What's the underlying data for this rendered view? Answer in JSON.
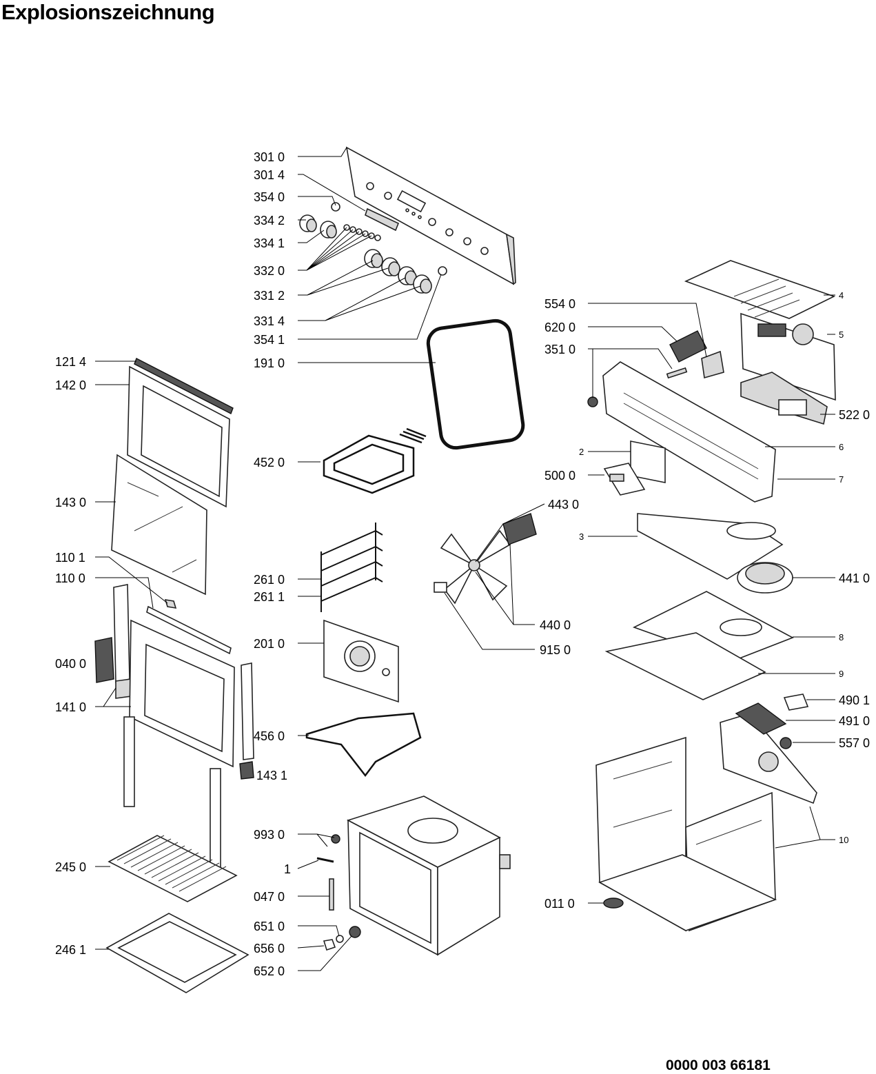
{
  "page": {
    "title": "Explosionszeichnung",
    "document_number": "0000 003 66181"
  },
  "labels": {
    "l3010": "301 0",
    "l3014": "301 4",
    "l3540": "354 0",
    "l3342": "334 2",
    "l3341": "334 1",
    "l3320": "332 0",
    "l3312": "331 2",
    "l3314": "331 4",
    "l3541": "354 1",
    "l1910": "191 0",
    "l4520": "452 0",
    "l2610": "261 0",
    "l2611": "261 1",
    "l2010": "201 0",
    "l4560": "456 0",
    "l1431": "143 1",
    "l9930": "993 0",
    "l1": "1",
    "l0470": "047 0",
    "l6510": "651 0",
    "l6560": "656 0",
    "l6520": "652 0",
    "l1214": "121 4",
    "l1420": "142 0",
    "l1430": "143 0",
    "l1101": "110 1",
    "l1100": "110 0",
    "l0400": "040 0",
    "l1410": "141 0",
    "l2450": "245 0",
    "l2461": "246 1",
    "l5540": "554 0",
    "l6200": "620 0",
    "l3510": "351 0",
    "l2": "2",
    "l5000": "500 0",
    "l4430": "443 0",
    "l3": "3",
    "l4400": "440 0",
    "l9150": "915 0",
    "l4": "4",
    "l5": "5",
    "l5220": "522 0",
    "l6": "6",
    "l7": "7",
    "l4410": "441 0",
    "l8": "8",
    "l9": "9",
    "l4901": "490 1",
    "l4910": "491 0",
    "l5570": "557 0",
    "l10": "10",
    "l0110": "011 0"
  }
}
